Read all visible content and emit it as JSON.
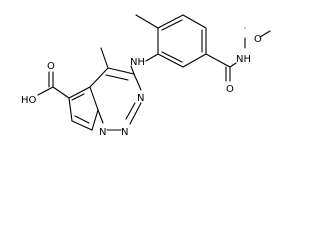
{
  "molecule": {
    "labels": {
      "acid_oh": "HO",
      "acid_o": "O",
      "amine": "NH",
      "ring_n_right": "N",
      "ring_n_bottom_right": "N",
      "ring_n_bottom_left": "N",
      "amide_o": "O",
      "amide_nh": "NH",
      "methoxy_o": "O"
    },
    "colors": {
      "bond": "#000000",
      "label": "#000000",
      "background": "#ffffff"
    }
  }
}
